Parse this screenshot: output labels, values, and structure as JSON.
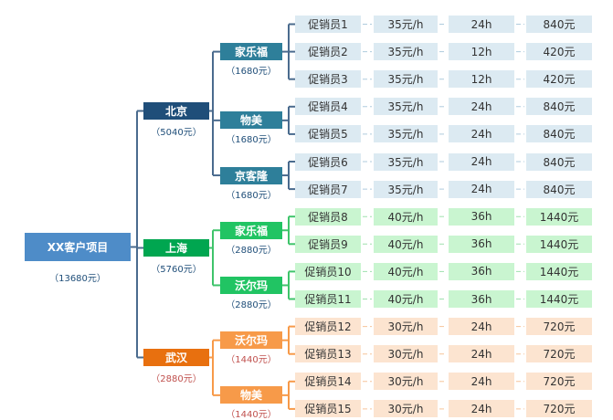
{
  "root": {
    "label": "XX客户项目",
    "total": "（13680元）"
  },
  "colors": {
    "root": "#4E8CC8",
    "beijing": {
      "dark": "#1F4E79",
      "store": "#2E7F9A",
      "light": "#DCEAF2",
      "line": "#4A6B8E",
      "sub": "#1F4E79"
    },
    "shanghai": {
      "dark": "#00A650",
      "store": "#21C463",
      "light": "#C9F5D0",
      "line": "#3FC46B",
      "sub": "#1F4E79"
    },
    "wuhan": {
      "dark": "#E8700F",
      "store": "#F79A49",
      "light": "#FCE4D0",
      "line": "#F79A49",
      "sub": "#C0504D"
    }
  },
  "cities": [
    {
      "key": "beijing",
      "label": "北京",
      "total": "（5040元）",
      "stores": [
        {
          "label": "家乐福",
          "total": "（1680元）",
          "promoters": [
            {
              "name": "促销员1",
              "rate": "35元/h",
              "hours": "24h",
              "cost": "840元"
            },
            {
              "name": "促销员2",
              "rate": "35元/h",
              "hours": "12h",
              "cost": "420元"
            },
            {
              "name": "促销员3",
              "rate": "35元/h",
              "hours": "12h",
              "cost": "420元"
            }
          ]
        },
        {
          "label": "物美",
          "total": "（1680元）",
          "promoters": [
            {
              "name": "促销员4",
              "rate": "35元/h",
              "hours": "24h",
              "cost": "840元"
            },
            {
              "name": "促销员5",
              "rate": "35元/h",
              "hours": "24h",
              "cost": "840元"
            }
          ]
        },
        {
          "label": "京客隆",
          "total": "（1680元）",
          "promoters": [
            {
              "name": "促销员6",
              "rate": "35元/h",
              "hours": "24h",
              "cost": "840元"
            },
            {
              "name": "促销员7",
              "rate": "35元/h",
              "hours": "24h",
              "cost": "840元"
            }
          ]
        }
      ]
    },
    {
      "key": "shanghai",
      "label": "上海",
      "total": "（5760元）",
      "stores": [
        {
          "label": "家乐福",
          "total": "（2880元）",
          "promoters": [
            {
              "name": "促销员8",
              "rate": "40元/h",
              "hours": "36h",
              "cost": "1440元"
            },
            {
              "name": "促销员9",
              "rate": "40元/h",
              "hours": "36h",
              "cost": "1440元"
            }
          ]
        },
        {
          "label": "沃尔玛",
          "total": "（2880元）",
          "promoters": [
            {
              "name": "促销员10",
              "rate": "40元/h",
              "hours": "36h",
              "cost": "1440元"
            },
            {
              "name": "促销员11",
              "rate": "40元/h",
              "hours": "36h",
              "cost": "1440元"
            }
          ]
        }
      ]
    },
    {
      "key": "wuhan",
      "label": "武汉",
      "total": "（2880元）",
      "stores": [
        {
          "label": "沃尔玛",
          "total": "（1440元）",
          "promoters": [
            {
              "name": "促销员12",
              "rate": "30元/h",
              "hours": "24h",
              "cost": "720元"
            },
            {
              "name": "促销员13",
              "rate": "30元/h",
              "hours": "24h",
              "cost": "720元"
            }
          ]
        },
        {
          "label": "物美",
          "total": "（1440元）",
          "promoters": [
            {
              "name": "促销员14",
              "rate": "30元/h",
              "hours": "24h",
              "cost": "720元"
            },
            {
              "name": "促销员15",
              "rate": "30元/h",
              "hours": "24h",
              "cost": "720元"
            }
          ]
        }
      ]
    }
  ]
}
